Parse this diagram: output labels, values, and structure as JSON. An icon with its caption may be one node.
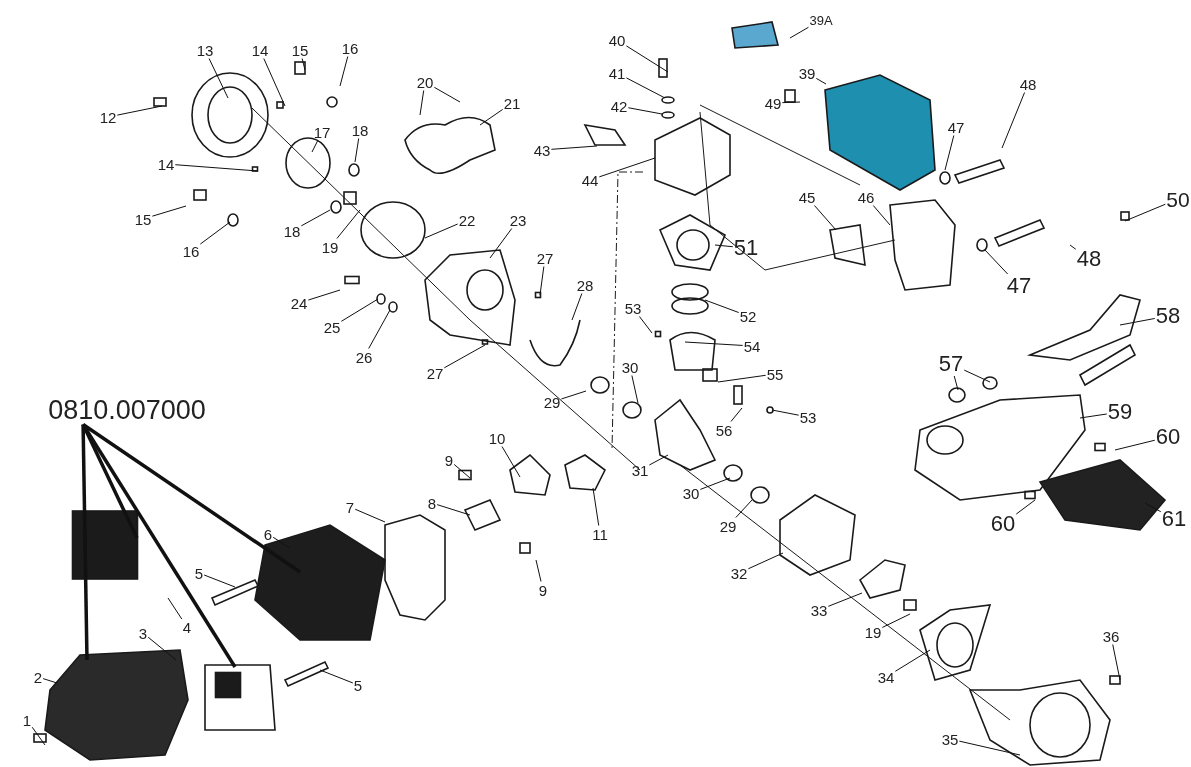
{
  "diagram": {
    "nodes": [
      {
        "text": [
          "13"
        ]
      },
      {
        "text": [
          "14"
        ]
      },
      {
        "text": [
          "15"
        ]
      },
      {
        "text": [
          "16"
        ]
      },
      {
        "text": [
          "12"
        ]
      },
      {
        "text": [
          "20"
        ]
      },
      {
        "text": [
          "21"
        ]
      },
      {
        "text": [
          "17"
        ]
      },
      {
        "text": [
          "18"
        ]
      },
      {
        "text": [
          "14"
        ]
      },
      {
        "text": [
          "15"
        ]
      },
      {
        "text": [
          "16"
        ]
      },
      {
        "text": [
          "18"
        ]
      },
      {
        "text": [
          "19"
        ]
      },
      {
        "text": [
          "22"
        ]
      },
      {
        "text": [
          "23"
        ]
      },
      {
        "text": [
          "27"
        ]
      },
      {
        "text": [
          "28"
        ]
      },
      {
        "text": [
          "24"
        ]
      },
      {
        "text": [
          "25"
        ]
      },
      {
        "text": [
          "26"
        ]
      },
      {
        "text": [
          "27"
        ]
      },
      {
        "text": [
          "40"
        ]
      },
      {
        "text": [
          "41"
        ]
      },
      {
        "text": [
          "42"
        ]
      },
      {
        "text": [
          "43"
        ]
      },
      {
        "text": [
          "44"
        ]
      },
      {
        "text": [
          "39A"
        ]
      },
      {
        "text": [
          "39"
        ]
      },
      {
        "text": [
          "49"
        ]
      },
      {
        "text": [
          "48"
        ]
      },
      {
        "text": [
          "47"
        ]
      },
      {
        "text": [
          "45"
        ]
      },
      {
        "text": [
          "46"
        ]
      },
      {
        "text": [
          "50"
        ]
      },
      {
        "text": [
          "51"
        ]
      },
      {
        "text": [
          "48"
        ]
      },
      {
        "text": [
          "47"
        ]
      },
      {
        "text": [
          "52"
        ]
      },
      {
        "text": [
          "53"
        ]
      },
      {
        "text": [
          "54"
        ]
      },
      {
        "text": [
          "58"
        ]
      },
      {
        "text": [
          "57"
        ]
      },
      {
        "text": [
          "55"
        ]
      },
      {
        "text": [
          "30"
        ]
      },
      {
        "text": [
          "29"
        ]
      },
      {
        "text": [
          "0810.007000"
        ]
      },
      {
        "text": [
          "59"
        ]
      },
      {
        "text": [
          "53"
        ]
      },
      {
        "text": [
          "56"
        ]
      },
      {
        "text": [
          "60"
        ]
      },
      {
        "text": [
          "10"
        ]
      },
      {
        "text": [
          "9"
        ]
      },
      {
        "text": [
          "31"
        ]
      },
      {
        "text": [
          "30"
        ]
      },
      {
        "text": [
          "8"
        ]
      },
      {
        "text": [
          "7"
        ]
      },
      {
        "text": [
          "29"
        ]
      },
      {
        "text": [
          "60"
        ]
      },
      {
        "text": [
          "61"
        ]
      },
      {
        "text": [
          "11"
        ]
      },
      {
        "text": [
          "6"
        ]
      },
      {
        "text": [
          "9"
        ]
      },
      {
        "text": [
          "32"
        ]
      },
      {
        "text": [
          "5"
        ]
      },
      {
        "text": [
          "4"
        ]
      },
      {
        "text": [
          "33"
        ]
      },
      {
        "text": [
          "3"
        ]
      },
      {
        "text": [
          "19"
        ]
      },
      {
        "text": [
          "36"
        ]
      },
      {
        "text": [
          "34"
        ]
      },
      {
        "text": [
          "2"
        ]
      },
      {
        "text": [
          "5"
        ]
      },
      {
        "text": [
          "1"
        ]
      },
      {
        "text": [
          "35"
        ]
      }
    ],
    "edges": [
      {
        "from": 0,
        "to": null,
        "arrow": "none"
      },
      {
        "from": 1,
        "to": null,
        "arrow": "none"
      },
      {
        "from": 2,
        "to": null,
        "arrow": "none"
      },
      {
        "from": 3,
        "to": null,
        "arrow": "none"
      },
      {
        "from": 4,
        "to": null,
        "arrow": "none"
      },
      {
        "from": 5,
        "to": null,
        "arrow": "none"
      },
      {
        "from": 5,
        "to": null,
        "arrow": "none"
      },
      {
        "from": 6,
        "to": null,
        "arrow": "none"
      },
      {
        "from": 7,
        "to": null,
        "arrow": "none"
      },
      {
        "from": 8,
        "to": null,
        "arrow": "none"
      },
      {
        "from": 9,
        "to": null,
        "arrow": "none"
      },
      {
        "from": 10,
        "to": null,
        "arrow": "none"
      },
      {
        "from": 11,
        "to": null,
        "arrow": "none"
      },
      {
        "from": 12,
        "to": null,
        "arrow": "none"
      },
      {
        "from": 13,
        "to": null,
        "arrow": "none"
      },
      {
        "from": 14,
        "to": null,
        "arrow": "none"
      },
      {
        "from": 15,
        "to": null,
        "arrow": "none"
      },
      {
        "from": 16,
        "to": null,
        "arrow": "none"
      },
      {
        "from": 17,
        "to": null,
        "arrow": "none"
      },
      {
        "from": 18,
        "to": null,
        "arrow": "none"
      },
      {
        "from": 19,
        "to": null,
        "arrow": "none"
      },
      {
        "from": 20,
        "to": null,
        "arrow": "none"
      },
      {
        "from": 21,
        "to": null,
        "arrow": "none"
      },
      {
        "from": 22,
        "to": null,
        "arrow": "none"
      },
      {
        "from": 23,
        "to": null,
        "arrow": "none"
      },
      {
        "from": 24,
        "to": null,
        "arrow": "none"
      },
      {
        "from": 25,
        "to": null,
        "arrow": "none"
      },
      {
        "from": 26,
        "to": null,
        "arrow": "none"
      },
      {
        "from": 27,
        "to": null,
        "arrow": "none"
      },
      {
        "from": 28,
        "to": null,
        "arrow": "none"
      },
      {
        "from": 29,
        "to": null,
        "arrow": "none"
      },
      {
        "from": 30,
        "to": null,
        "arrow": "none"
      },
      {
        "from": 31,
        "to": null,
        "arrow": "none"
      },
      {
        "from": 32,
        "to": null,
        "arrow": "none"
      },
      {
        "from": 33,
        "to": null,
        "arrow": "none"
      },
      {
        "from": 34,
        "to": null,
        "arrow": "none"
      },
      {
        "from": 35,
        "to": null,
        "arrow": "none"
      },
      {
        "from": 36,
        "to": null,
        "arrow": "none"
      },
      {
        "from": 37,
        "to": null,
        "arrow": "none"
      },
      {
        "from": 38,
        "to": null,
        "arrow": "none"
      },
      {
        "from": 39,
        "to": null,
        "arrow": "none"
      },
      {
        "from": 40,
        "to": null,
        "arrow": "none"
      },
      {
        "from": 41,
        "to": null,
        "arrow": "none"
      },
      {
        "from": 42,
        "to": null,
        "arrow": "none"
      },
      {
        "from": 42,
        "to": null,
        "arrow": "none"
      },
      {
        "from": 43,
        "to": null,
        "arrow": "none"
      },
      {
        "from": 44,
        "to": null,
        "arrow": "none"
      },
      {
        "from": 45,
        "to": null,
        "arrow": "none"
      },
      {
        "from": 46,
        "to": null,
        "arrow": "none",
        "style": "thick"
      },
      {
        "from": 46,
        "to": null,
        "arrow": "none",
        "style": "thick"
      },
      {
        "from": 46,
        "to": null,
        "arrow": "none",
        "style": "thick"
      },
      {
        "from": 46,
        "to": null,
        "arrow": "none",
        "style": "thick"
      },
      {
        "from": 47,
        "to": null,
        "arrow": "none"
      },
      {
        "from": 48,
        "to": null,
        "arrow": "none"
      },
      {
        "from": 49,
        "to": null,
        "arrow": "none"
      },
      {
        "from": 50,
        "to": null,
        "arrow": "none"
      },
      {
        "from": 51,
        "to": null,
        "arrow": "none"
      },
      {
        "from": 52,
        "to": null,
        "arrow": "none"
      },
      {
        "from": 53,
        "to": null,
        "arrow": "none"
      },
      {
        "from": 54,
        "to": null,
        "arrow": "none"
      },
      {
        "from": 55,
        "to": null,
        "arrow": "none"
      },
      {
        "from": 56,
        "to": null,
        "arrow": "none"
      },
      {
        "from": 57,
        "to": null,
        "arrow": "none"
      },
      {
        "from": 58,
        "to": null,
        "arrow": "none"
      },
      {
        "from": 59,
        "to": null,
        "arrow": "none"
      },
      {
        "from": 60,
        "to": null,
        "arrow": "none"
      },
      {
        "from": 61,
        "to": null,
        "arrow": "none"
      },
      {
        "from": 62,
        "to": null,
        "arrow": "none"
      },
      {
        "from": 63,
        "to": null,
        "arrow": "none"
      },
      {
        "from": 64,
        "to": null,
        "arrow": "none"
      },
      {
        "from": 65,
        "to": null,
        "arrow": "none"
      },
      {
        "from": 66,
        "to": null,
        "arrow": "none"
      },
      {
        "from": 67,
        "to": null,
        "arrow": "none"
      },
      {
        "from": 68,
        "to": null,
        "arrow": "none"
      },
      {
        "from": 69,
        "to": null,
        "arrow": "none"
      },
      {
        "from": 70,
        "to": null,
        "arrow": "none"
      },
      {
        "from": 71,
        "to": null,
        "arrow": "none"
      },
      {
        "from": 72,
        "to": null,
        "arrow": "none"
      },
      {
        "from": 73,
        "to": null,
        "arrow": "none"
      },
      {
        "from": 74,
        "to": null,
        "arrow": "none"
      }
    ]
  }
}
